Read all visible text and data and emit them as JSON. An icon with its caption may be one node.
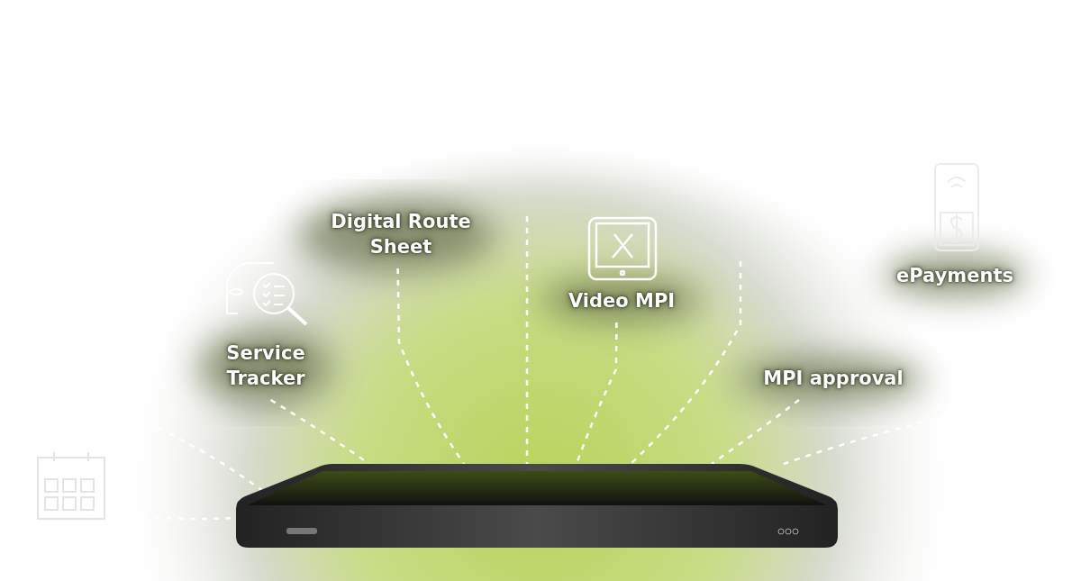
{
  "diagram": {
    "nodes": [
      {
        "text": [
          "Digital Route Sheet"
        ]
      },
      {
        "text": [
          "Video MPI"
        ]
      },
      {
        "text": [
          "ePayments"
        ]
      },
      {
        "text": [
          "Service Tracker"
        ]
      },
      {
        "text": [
          "MPI approval"
        ]
      },
      {
        "text": [],
        "shape": "picture"
      },
      {
        "text": [],
        "shape": "picture"
      }
    ],
    "edges": [
      {
        "from": null,
        "to": 6,
        "arrow": "none",
        "style": "dashed"
      },
      {
        "from": 3,
        "to": 6,
        "arrow": "none",
        "style": "dashed"
      },
      {
        "from": 0,
        "to": 6,
        "arrow": "none",
        "style": "dashed"
      },
      {
        "from": null,
        "to": 6,
        "arrow": "none",
        "style": "dashed"
      },
      {
        "from": 1,
        "to": 6,
        "arrow": "none",
        "style": "dashed"
      },
      {
        "from": null,
        "to": 6,
        "arrow": "none",
        "style": "dashed"
      },
      {
        "from": 4,
        "to": 6,
        "arrow": "none",
        "style": "dashed"
      },
      {
        "from": null,
        "to": 6,
        "arrow": "none",
        "style": "dashed"
      },
      {
        "from": 5,
        "to": 6,
        "arrow": "none",
        "style": "dashed"
      }
    ]
  }
}
